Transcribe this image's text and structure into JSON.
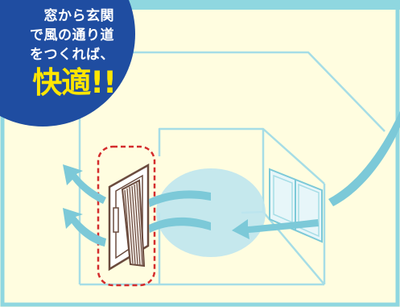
{
  "caption": {
    "line1": "窓から玄関",
    "line2": "で風の通り道",
    "line3": "をつくれば、",
    "headline": "快適!!"
  },
  "colors": {
    "background": "#fffde0",
    "frame": "#8fd7e0",
    "wall": "#a6dde6",
    "arrow": "#7cc9d8",
    "breeze": "#bfe6ee",
    "bubble": "#1f4da1",
    "headline": "#ffe600",
    "highlight": "#d42c2c",
    "door": "#6b4b3e"
  },
  "icons": [
    "house-outline",
    "entrance-door",
    "window",
    "breeze-arrow"
  ]
}
